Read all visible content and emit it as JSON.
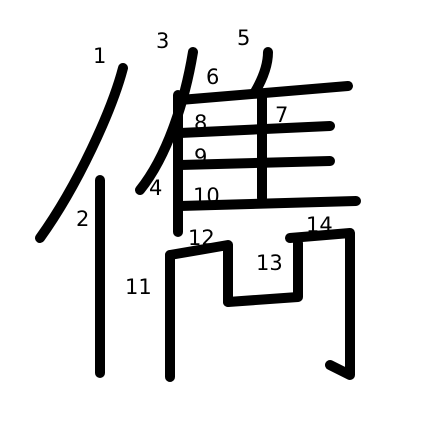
{
  "character": "儶",
  "colors": {
    "ink": "#000000",
    "background": "#ffffff"
  },
  "stroke_numbers": [
    "1",
    "2",
    "3",
    "4",
    "5",
    "6",
    "7",
    "8",
    "9",
    "10",
    "11",
    "12",
    "13",
    "14"
  ]
}
